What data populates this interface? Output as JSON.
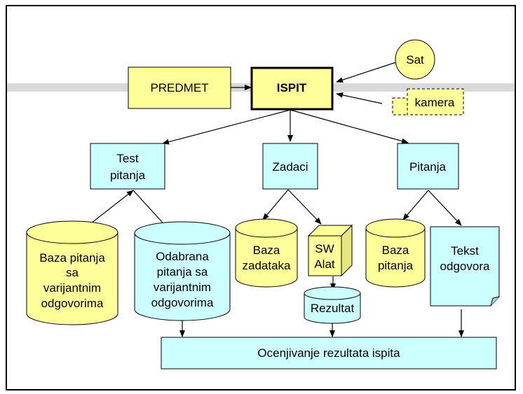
{
  "colors": {
    "yellow": "#ffff99",
    "cyan": "#ccffff",
    "line": "#000000",
    "band": "#d9d9d9"
  },
  "nodes": {
    "predmet": "PREDMET",
    "ispit": "ISPIT",
    "sat": "Sat",
    "kamera": "kamera",
    "test_pitanja": [
      "Test",
      "pitanja"
    ],
    "zadaci": "Zadaci",
    "pitanja": "Pitanja",
    "baza_pitanja_var": [
      "Baza pitanja",
      "sa",
      "varijantnim",
      "odgovorima"
    ],
    "odabrana": [
      "Odabrana",
      "pitanja sa",
      "varijantnim",
      "odgovorima"
    ],
    "baza_zadataka": [
      "Baza",
      "zadataka"
    ],
    "sw_alat": [
      "SW",
      "Alat"
    ],
    "rezultat": "Rezultat",
    "baza_pitanja": [
      "Baza",
      "pitanja"
    ],
    "tekst_odgovora": [
      "Tekst",
      "odgovora"
    ],
    "ocenjivanje": "Ocenjivanje rezultata ispita"
  }
}
